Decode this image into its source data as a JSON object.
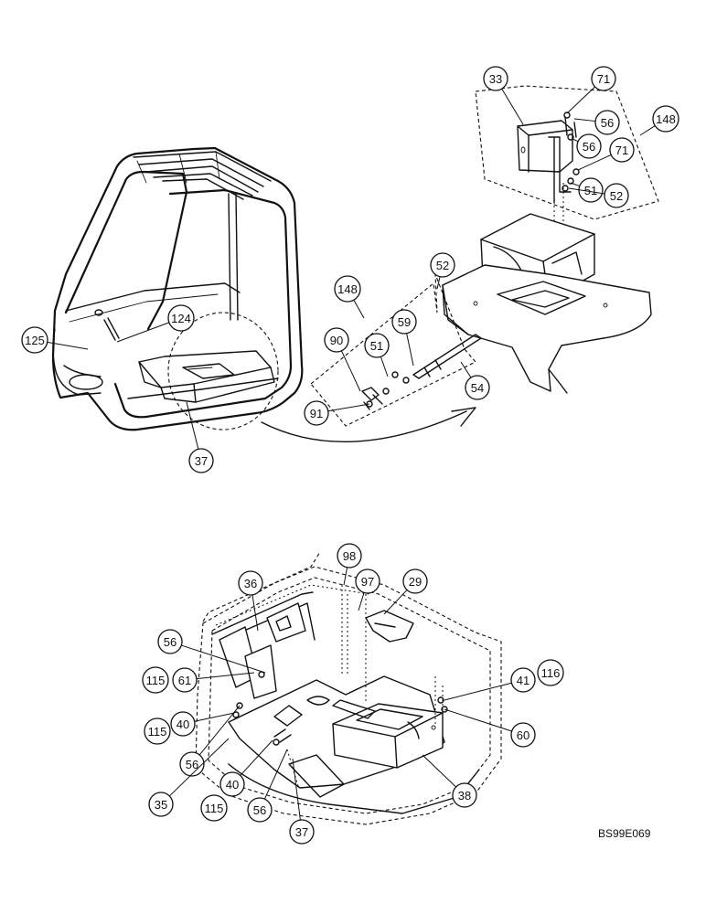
{
  "drawing_id": "BS99E069",
  "callouts": [
    {
      "id": "c-33",
      "label": "33"
    },
    {
      "id": "c-71a",
      "label": "71"
    },
    {
      "id": "c-56a",
      "label": "56"
    },
    {
      "id": "c-148a",
      "label": "148"
    },
    {
      "id": "c-56b",
      "label": "56"
    },
    {
      "id": "c-71b",
      "label": "71"
    },
    {
      "id": "c-51a",
      "label": "51"
    },
    {
      "id": "c-52a",
      "label": "52"
    },
    {
      "id": "c-52b",
      "label": "52"
    },
    {
      "id": "c-148b",
      "label": "148"
    },
    {
      "id": "c-59",
      "label": "59"
    },
    {
      "id": "c-90",
      "label": "90"
    },
    {
      "id": "c-51b",
      "label": "51"
    },
    {
      "id": "c-54",
      "label": "54"
    },
    {
      "id": "c-91",
      "label": "91"
    },
    {
      "id": "c-124",
      "label": "124"
    },
    {
      "id": "c-125",
      "label": "125"
    },
    {
      "id": "c-37a",
      "label": "37"
    },
    {
      "id": "c-98",
      "label": "98"
    },
    {
      "id": "c-36",
      "label": "36"
    },
    {
      "id": "c-97",
      "label": "97"
    },
    {
      "id": "c-29",
      "label": "29"
    },
    {
      "id": "c-56c",
      "label": "56"
    },
    {
      "id": "c-115a",
      "label": "115"
    },
    {
      "id": "c-61",
      "label": "61"
    },
    {
      "id": "c-41",
      "label": "41"
    },
    {
      "id": "c-116",
      "label": "116"
    },
    {
      "id": "c-115b",
      "label": "115"
    },
    {
      "id": "c-40a",
      "label": "40"
    },
    {
      "id": "c-60",
      "label": "60"
    },
    {
      "id": "c-56d",
      "label": "56"
    },
    {
      "id": "c-38",
      "label": "38"
    },
    {
      "id": "c-40b",
      "label": "40"
    },
    {
      "id": "c-35",
      "label": "35"
    },
    {
      "id": "c-115c",
      "label": "115"
    },
    {
      "id": "c-56e",
      "label": "56"
    },
    {
      "id": "c-37b",
      "label": "37"
    }
  ]
}
